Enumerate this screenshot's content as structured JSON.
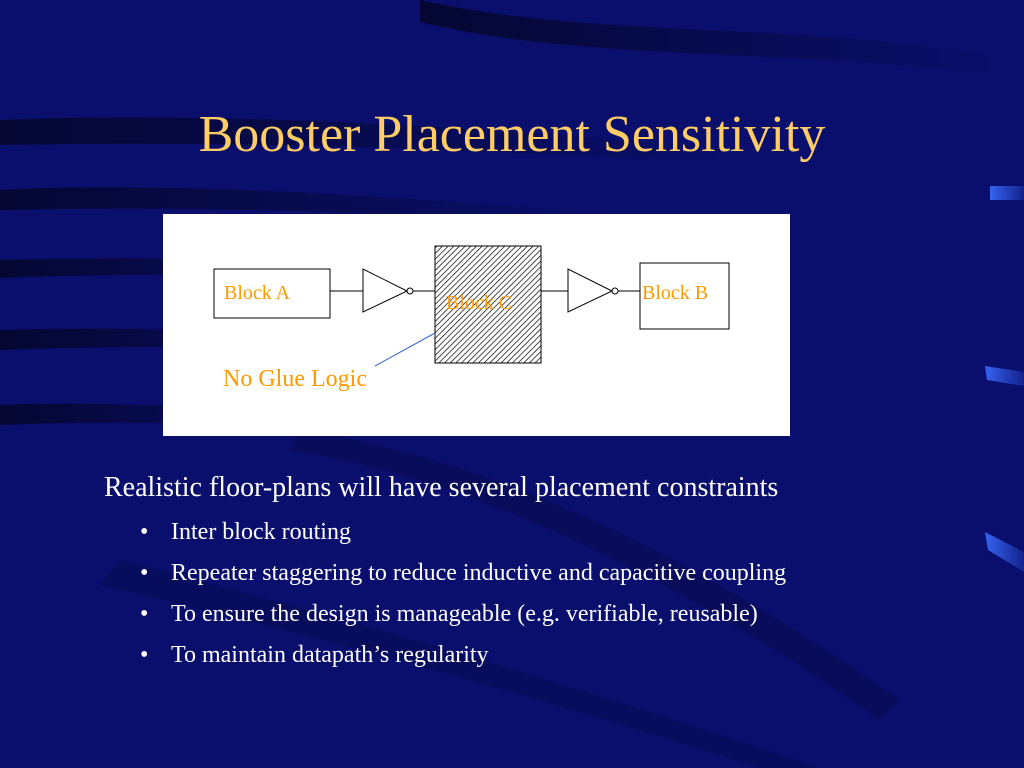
{
  "slide": {
    "title": "Booster Placement Sensitivity"
  },
  "diagram": {
    "block_a_label": "Block A",
    "block_b_label": "Block B",
    "block_c_label": "Block C",
    "annotation_label": "No Glue Logic"
  },
  "content": {
    "heading": "Realistic floor-plans will have several placement constraints",
    "bullet_glyph": "•",
    "bullets": [
      "Inter block routing",
      "Repeater staggering to reduce inductive and capacitive coupling",
      "To ensure the design is manageable (e.g. verifiable, reusable)",
      "To maintain datapath’s regularity"
    ]
  },
  "colors": {
    "background": "#0a0f6e",
    "title": "#ffcc66",
    "diagram_label": "#ff9900",
    "annotation_line": "#3366cc",
    "body_text": "#ffffff"
  }
}
